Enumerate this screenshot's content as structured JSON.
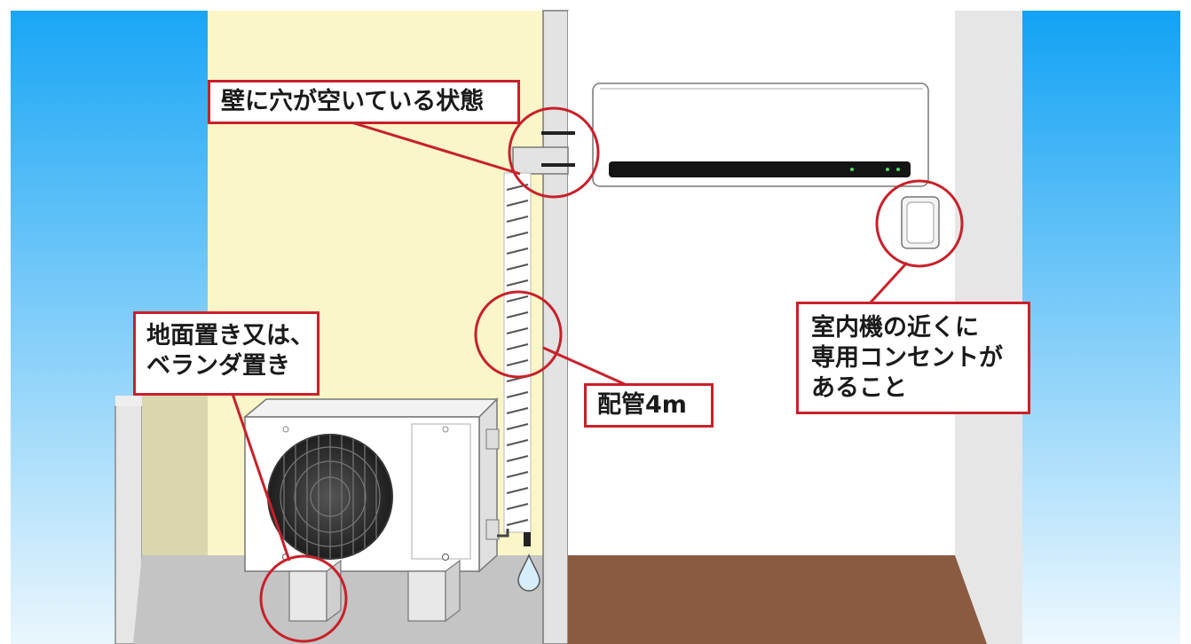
{
  "callouts": {
    "hole": {
      "lines": [
        "壁に穴が空いている状態"
      ]
    },
    "ground": {
      "lines": [
        "地面置き又は、",
        "ベランダ置き"
      ]
    },
    "pipe": {
      "lines": [
        "配管4m"
      ]
    },
    "outlet": {
      "lines": [
        "室内機の近くに",
        "専用コンセントが",
        "あること"
      ]
    }
  },
  "colors": {
    "accent_red": "#c8202a",
    "sky_blue": "#1aa6f5",
    "outdoor_wall": "#faf6c8",
    "indoor_floor": "#8a5b40",
    "balcony_floor": "#c4c4c4",
    "wall_gray": "#e3e3e3"
  },
  "icons": [
    "outdoor-unit-icon",
    "indoor-unit-icon",
    "power-outlet-icon",
    "drain-drop-icon"
  ]
}
